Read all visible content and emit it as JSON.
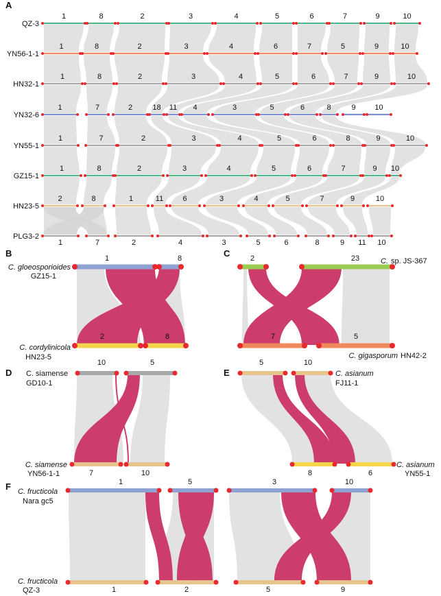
{
  "panels": [
    {
      "letter": "A",
      "kind": "multi",
      "genomes": [
        "QZ-3",
        "YN56-1-1",
        "HN32-1",
        "YN32-6",
        "YN55-1",
        "GZ15-1",
        "HN23-5",
        "PLG3-2"
      ]
    },
    {
      "letter": "B",
      "kind": "pair",
      "top_species": "C. gloeosporioides",
      "top_strain": "GZ15-1",
      "bottom_species": "C. cordylinicola",
      "bottom_strain": "HN23-5",
      "top_chromosomes": [
        "1",
        "8"
      ],
      "bottom_chromosomes": [
        "2",
        "8"
      ]
    },
    {
      "letter": "C",
      "kind": "pair",
      "top_species": "C.",
      "top_species_plain": "sp. JS-367",
      "bottom_species": "C. gigasporum",
      "bottom_strain": "HN42-2",
      "top_chromosomes": [
        "2",
        "23"
      ],
      "bottom_chromosomes": [
        "7",
        "5"
      ]
    },
    {
      "letter": "D",
      "kind": "pair",
      "top_species_plain": "C. siamense",
      "top_strain": "GD10-1",
      "bottom_species": "C. siamense",
      "bottom_strain": "YN56-1-1",
      "top_chromosomes": [
        "10",
        "5"
      ],
      "bottom_chromosomes": [
        "7",
        "10"
      ]
    },
    {
      "letter": "E",
      "kind": "pair",
      "top_species": "C. asianum",
      "top_strain": "FJ11-1",
      "bottom_species": "C. asianum",
      "bottom_strain": "YN55-1",
      "top_chromosomes": [
        "5",
        "10"
      ],
      "bottom_chromosomes": [
        "8",
        "6"
      ]
    },
    {
      "letter": "F",
      "kind": "pair",
      "top_species": "C. fructicola",
      "top_strain": "Nara gc5",
      "bottom_species": "C. fructicola",
      "bottom_strain": "QZ-3",
      "top_chromosomes": [
        "1",
        "5",
        "3",
        "10"
      ],
      "bottom_chromosomes": [
        "1",
        "2",
        "5",
        "9"
      ]
    }
  ],
  "panelA_rows": [
    {
      "genome": "QZ-3",
      "color": "#4fb58a",
      "chromosomes": [
        "1",
        "8",
        "2",
        "3",
        "4",
        "5",
        "6",
        "7",
        "9",
        "10"
      ]
    },
    {
      "genome": "YN56-1-1",
      "color": "#ec8a62",
      "chromosomes": [
        "1",
        "8",
        "2",
        "3",
        "4",
        "6",
        "7",
        "5",
        "9",
        "10"
      ]
    },
    {
      "genome": "HN32-1",
      "color": "#a8a8a8",
      "chromosomes": [
        "1",
        "8",
        "2",
        "3",
        "4",
        "5",
        "6",
        "7",
        "9",
        "10"
      ]
    },
    {
      "genome": "YN32-6",
      "color": "#7f8fcf",
      "chromosomes": [
        "1",
        "7",
        "2",
        "18",
        "11",
        "4",
        "3",
        "5",
        "6",
        "8",
        "9",
        "10"
      ]
    },
    {
      "genome": "YN55-1",
      "color": "#a8a8a8",
      "chromosomes": [
        "1",
        "7",
        "2",
        "3",
        "4",
        "5",
        "6",
        "8",
        "9",
        "10"
      ]
    },
    {
      "genome": "GZ15-1",
      "color": "#4fb58a",
      "chromosomes": [
        "1",
        "8",
        "2",
        "3",
        "4",
        "5",
        "6",
        "7",
        "9",
        "10"
      ]
    },
    {
      "genome": "HN23-5",
      "color": "#e6c48e",
      "chromosomes": [
        "2",
        "8",
        "1",
        "11",
        "6",
        "3",
        "4",
        "5",
        "7",
        "9",
        "10"
      ]
    },
    {
      "genome": "PLG3-2",
      "color": "#a8a8a8",
      "chromosomes": [
        "1",
        "7",
        "2",
        "4",
        "3",
        "5",
        "6",
        "8",
        "9",
        "11",
        "10"
      ]
    }
  ],
  "colors": {
    "syntenic": "#e2e2e2",
    "inversion": "#cc3d6c",
    "end_marker": "#e8292f",
    "blue_bar": "#8fa2d2",
    "yellow_bar": "#f5d64a",
    "green_bar": "#9bcc52",
    "orange_bar": "#f08a5c",
    "gray_bar": "#a8a8a8",
    "tan_bar": "#e6c48e"
  }
}
